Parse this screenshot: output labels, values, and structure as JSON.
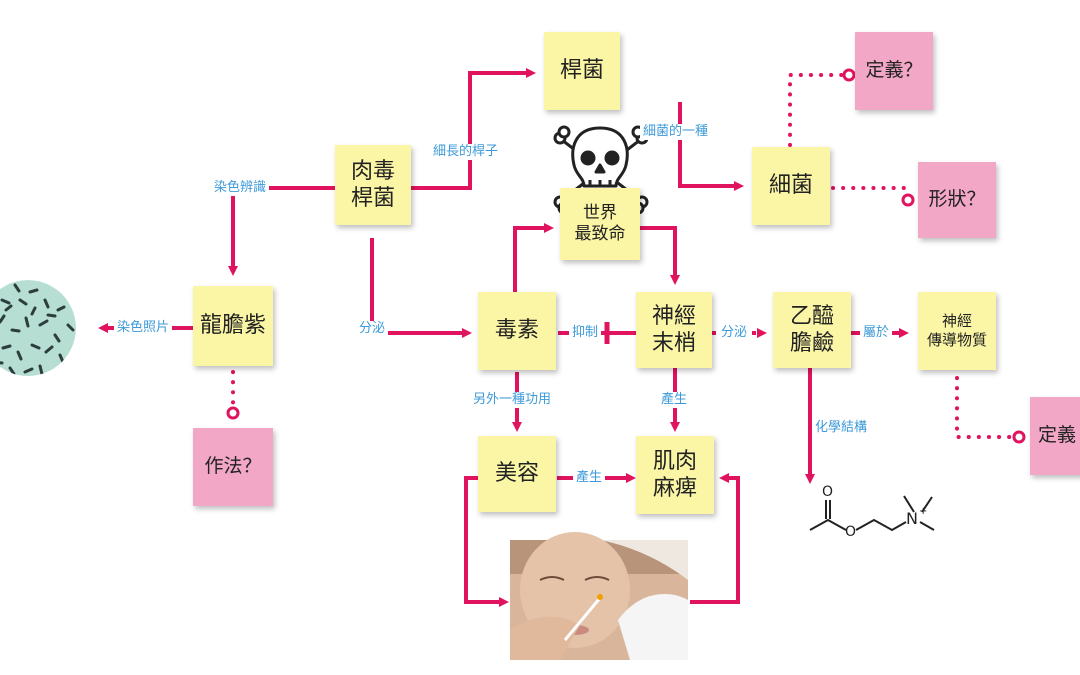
{
  "colors": {
    "arrow": "#e0135f",
    "note_yellow": "#fbf5a6",
    "note_pink": "#f3a7c6",
    "label": "#3d9ad9"
  },
  "nodes": {
    "botulinum": "肉毒\n桿菌",
    "bacillus": "桿菌",
    "bacteria": "細菌",
    "definition_bacteria": "定義？",
    "shape": "形狀？",
    "gentian_violet": "龍膽紫",
    "method": "作法？",
    "most_lethal": "世界\n最致命",
    "toxin": "毒素",
    "nerve_ending": "神經\n末梢",
    "acetylcholine": "乙醯\n膽鹼",
    "neurotransmitter": "神經\n傳導物質",
    "definition_transmitter": "定義",
    "beauty": "美容",
    "muscle_paralysis": "肌肉\n麻痺"
  },
  "labels": {
    "thin_long_rod": "細長的桿子",
    "stain_identify": "染色辨識",
    "stain_photo": "染色照片",
    "secrete_1": "分泌",
    "bacteria_kind": "細菌的一種",
    "inhibit": "抑制",
    "secrete_2": "分泌",
    "belongs_to": "屬於",
    "another_use": "另外一種功用",
    "produce_1": "產生",
    "produce_2": "產生",
    "chem_structure": "化學結構"
  },
  "chem": {
    "atom_o1": "O",
    "atom_o2": "O",
    "atom_n": "N",
    "charge": "+"
  },
  "icons": {
    "skull": "skull-crossbones-icon",
    "bacteria_photo": "stained-bacteria-micrograph",
    "injection_photo": "cosmetic-injection-photo"
  }
}
